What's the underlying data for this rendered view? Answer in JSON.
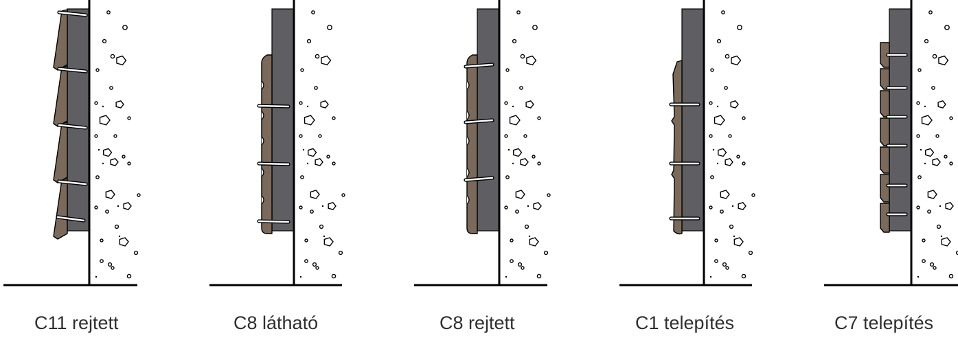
{
  "colors": {
    "background": "#ffffff",
    "stroke": "#000000",
    "wall_board": "#5f5e63",
    "cladding": "#7b6a5b",
    "fastener": "#ffffff",
    "caption_text": "#2f2f2f"
  },
  "panels": [
    {
      "caption": "C11 rejtett",
      "style": "lapped-hidden"
    },
    {
      "caption": "C8 látható",
      "style": "tongue-visible"
    },
    {
      "caption": "C8 rejtett",
      "style": "tongue-hidden"
    },
    {
      "caption": "C1 telepítés",
      "style": "bevel"
    },
    {
      "caption": "C7 telepítés",
      "style": "stepped"
    }
  ]
}
